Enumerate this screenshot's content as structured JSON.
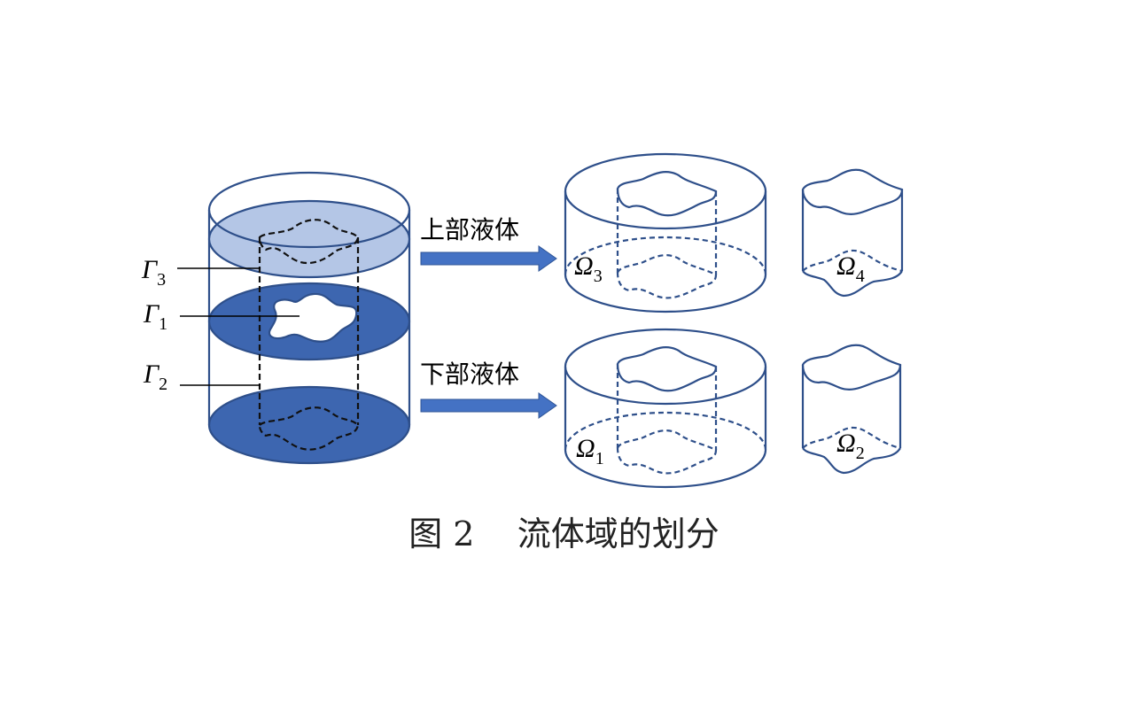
{
  "labels": {
    "upper_liquid": "上部液体",
    "lower_liquid": "下部液体",
    "gamma3": {
      "sym": "Γ",
      "sub": "3"
    },
    "gamma1": {
      "sym": "Γ",
      "sub": "1"
    },
    "gamma2": {
      "sym": "Γ",
      "sub": "2"
    },
    "omega3": {
      "sym": "Ω",
      "sub": "3"
    },
    "omega4": {
      "sym": "Ω",
      "sub": "4"
    },
    "omega1": {
      "sym": "Ω",
      "sub": "1"
    },
    "omega2": {
      "sym": "Ω",
      "sub": "2"
    }
  },
  "caption": {
    "number": "图 2",
    "title": "流体域的划分"
  },
  "colors": {
    "outline": "#2e4f8a",
    "dark_fill": "#3d66b0",
    "light_fill": "#b4c6e6",
    "arrow": "#4472c4"
  }
}
